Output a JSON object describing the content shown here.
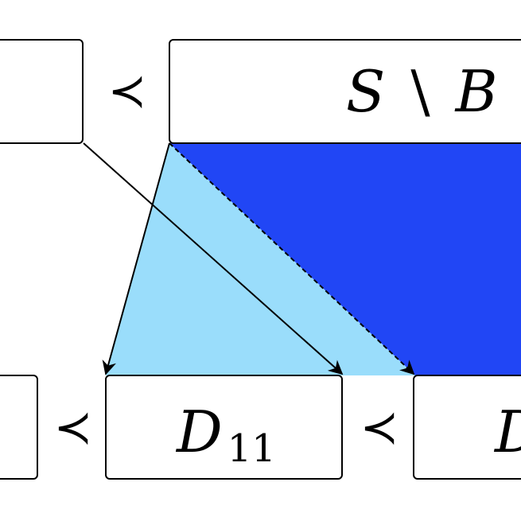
{
  "diagram": {
    "colors": {
      "dark_region": "#2146f5",
      "light_region": "#9addfb",
      "stroke": "#000000",
      "box_fill": "#ffffff"
    },
    "nodes": {
      "top_left": {
        "label": ""
      },
      "top_right": {
        "label_main": "S",
        "label_op": "\\",
        "label_right": "B"
      },
      "bottom_left": {
        "label": ""
      },
      "bottom_middle": {
        "label_main": "D",
        "label_sub": "11"
      },
      "bottom_right": {
        "label_main": "D"
      }
    },
    "relations": {
      "precedes_symbol": "≺"
    },
    "arrows": [
      {
        "from": "top_left",
        "to": "bottom_middle",
        "style": "solid"
      },
      {
        "from": "top_right",
        "to": "bottom_middle",
        "style": "solid"
      },
      {
        "from": "top_right",
        "to": "bottom_right",
        "style": "dashed"
      }
    ]
  }
}
